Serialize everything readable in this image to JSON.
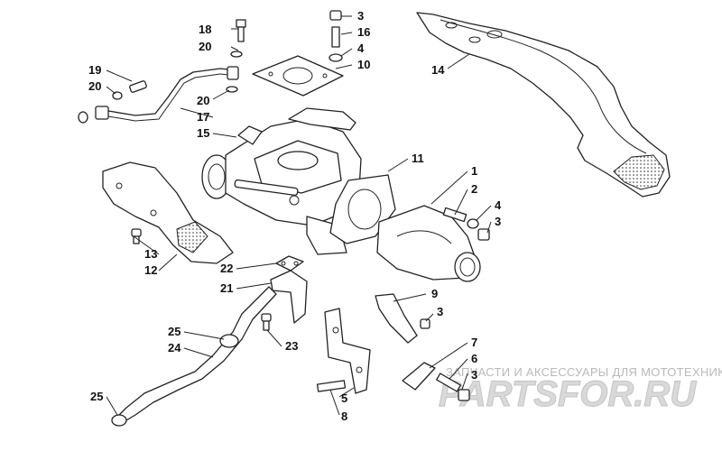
{
  "callouts": [
    {
      "id": "c18",
      "text": "18"
    },
    {
      "id": "c20a",
      "text": "20"
    },
    {
      "id": "c19",
      "text": "19"
    },
    {
      "id": "c20b",
      "text": "20"
    },
    {
      "id": "c20c",
      "text": "20"
    },
    {
      "id": "c17",
      "text": "17"
    },
    {
      "id": "c15",
      "text": "15"
    },
    {
      "id": "c3a",
      "text": "3"
    },
    {
      "id": "c16",
      "text": "16"
    },
    {
      "id": "c4a",
      "text": "4"
    },
    {
      "id": "c10",
      "text": "10"
    },
    {
      "id": "c14",
      "text": "14"
    },
    {
      "id": "c11",
      "text": "11"
    },
    {
      "id": "c1",
      "text": "1"
    },
    {
      "id": "c2",
      "text": "2"
    },
    {
      "id": "c4b",
      "text": "4"
    },
    {
      "id": "c3b",
      "text": "3"
    },
    {
      "id": "c13",
      "text": "13"
    },
    {
      "id": "c12",
      "text": "12"
    },
    {
      "id": "c22",
      "text": "22"
    },
    {
      "id": "c21",
      "text": "21"
    },
    {
      "id": "c9",
      "text": "9"
    },
    {
      "id": "c3c",
      "text": "3"
    },
    {
      "id": "c25a",
      "text": "25"
    },
    {
      "id": "c24",
      "text": "24"
    },
    {
      "id": "c23",
      "text": "23"
    },
    {
      "id": "c7",
      "text": "7"
    },
    {
      "id": "c6",
      "text": "6"
    },
    {
      "id": "c3d",
      "text": "3"
    },
    {
      "id": "c5",
      "text": "5"
    },
    {
      "id": "c25b",
      "text": "25"
    },
    {
      "id": "c8",
      "text": "8"
    }
  ],
  "watermark": {
    "tagline": "ЗАПЧАСТИ И АКСЕССУАРЫ ДЛЯ МОТОТЕХНИКИ",
    "logo": "PARTSFOR.RU"
  }
}
